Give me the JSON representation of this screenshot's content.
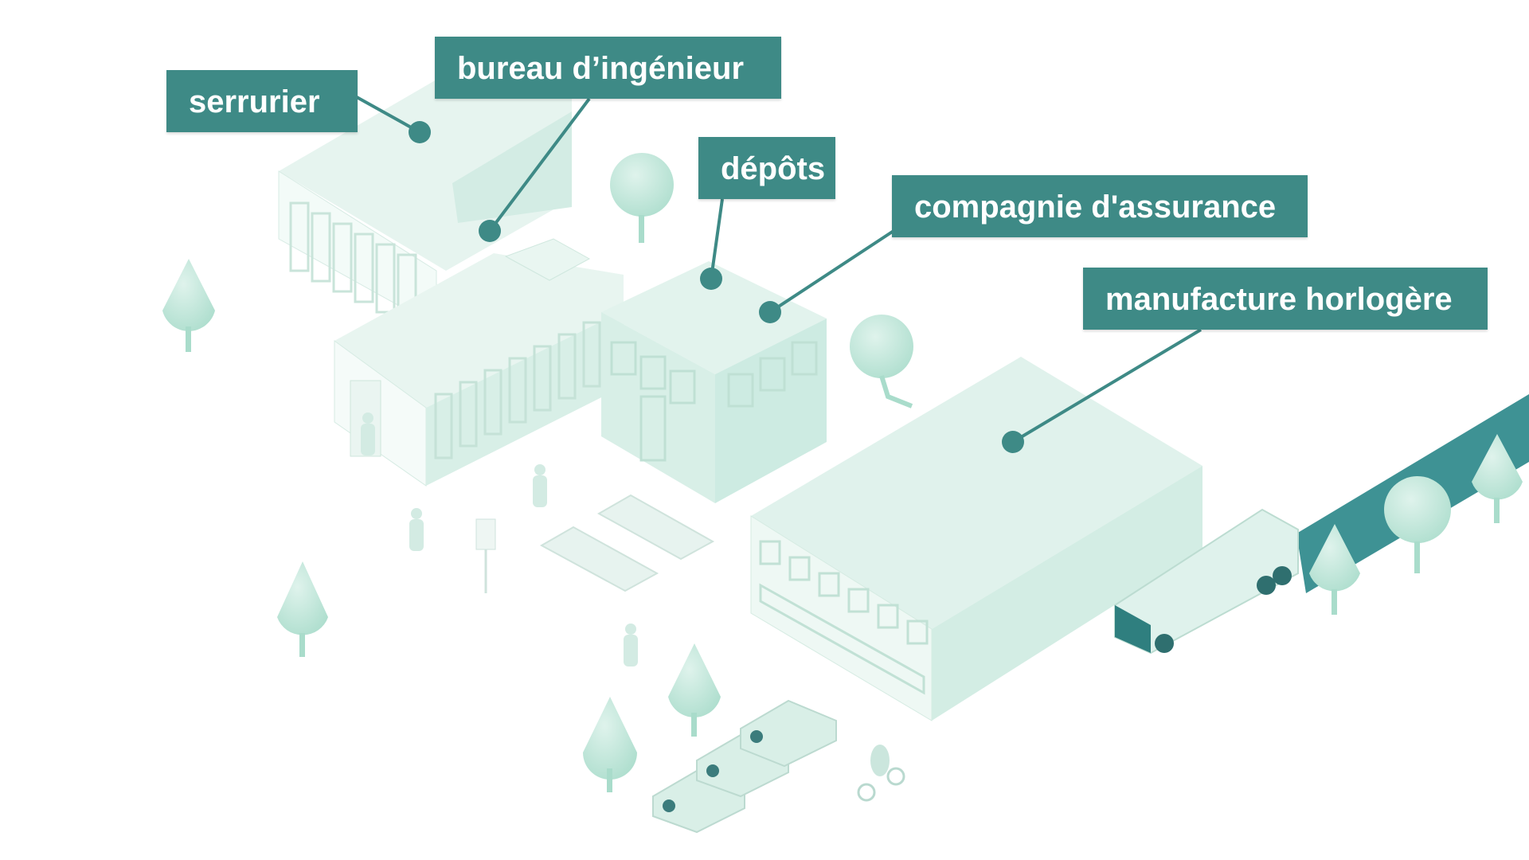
{
  "labels": {
    "serrurier": "serrurier",
    "bureau": "bureau d’ingénieur",
    "depots": "dépôts",
    "compagnie": "compagnie d'assurance",
    "manufacture": "manufacture horlogère"
  },
  "colors": {
    "label_bg": "#3e8a86",
    "label_text": "#ffffff",
    "building_top": "#e6f4ef",
    "building_left": "#f2faf7",
    "building_right": "#cdebe2",
    "tree": "#bfe6d8",
    "road": "#3e9294"
  }
}
